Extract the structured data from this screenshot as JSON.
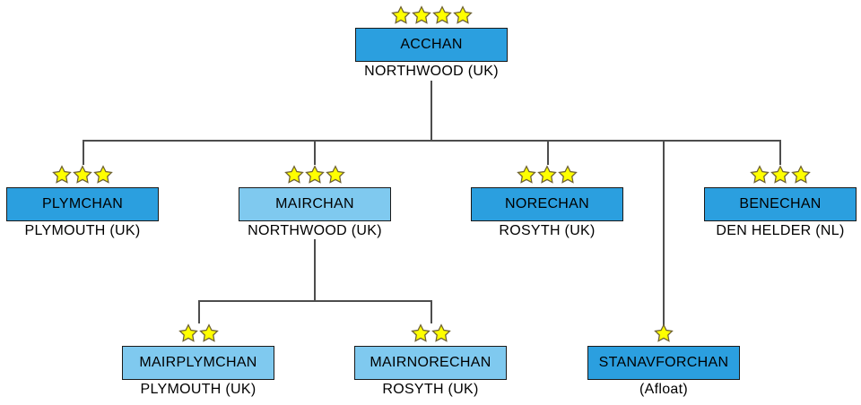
{
  "diagram": {
    "description": "Organisational chart of Allied Command Channel with national star ranks",
    "colors": {
      "node_dark": "#2b9fdf",
      "node_light": "#7fc9ef",
      "star_fill": "#ffff00",
      "star_stroke": "#6f6233",
      "line_color": "#4d4d4d",
      "box_border": "#1a1a1a",
      "text_color": "#000000"
    },
    "nodes": [
      {
        "id": "acchan",
        "title": "ACCHAN",
        "location": "NORTHWOOD (UK)",
        "stars": 4,
        "variant": "dark"
      },
      {
        "id": "plymchan",
        "title": "PLYMCHAN",
        "location": "PLYMOUTH (UK)",
        "stars": 3,
        "variant": "dark"
      },
      {
        "id": "mairchan",
        "title": "MAIRCHAN",
        "location": "NORTHWOOD (UK)",
        "stars": 3,
        "variant": "light"
      },
      {
        "id": "norechan",
        "title": "NORECHAN",
        "location": "ROSYTH (UK)",
        "stars": 3,
        "variant": "dark"
      },
      {
        "id": "benechan",
        "title": "BENECHAN",
        "location": "DEN HELDER (NL)",
        "stars": 3,
        "variant": "dark"
      },
      {
        "id": "mairplymchan",
        "title": "MAIRPLYMCHAN",
        "location": "PLYMOUTH (UK)",
        "stars": 2,
        "variant": "light"
      },
      {
        "id": "mairnorechan",
        "title": "MAIRNORECHAN",
        "location": "ROSYTH (UK)",
        "stars": 2,
        "variant": "light"
      },
      {
        "id": "stanavforchan",
        "title": "STANAVFORCHAN",
        "location": "(Afloat)",
        "stars": 1,
        "variant": "dark"
      }
    ]
  }
}
